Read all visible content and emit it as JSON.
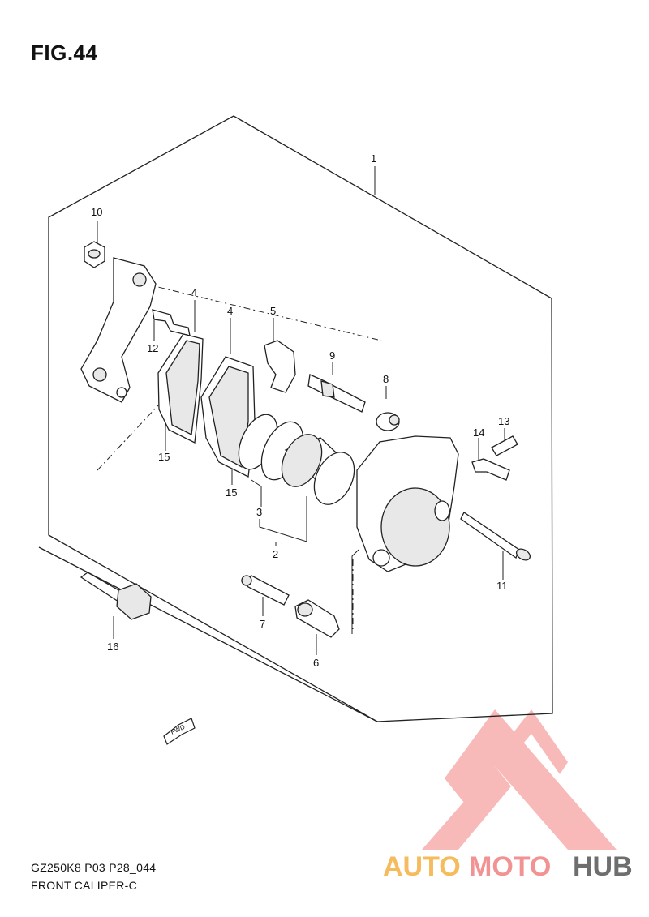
{
  "figure_title": "FIG.44",
  "footer": {
    "model_code": "GZ250K8 P03 P28_044",
    "section_name": "FRONT CALIPER-C"
  },
  "fwd_arrow_label": "FWD",
  "callouts": [
    "1",
    "2",
    "3",
    "4",
    "4",
    "5",
    "6",
    "7",
    "8",
    "9",
    "10",
    "11",
    "12",
    "13",
    "14",
    "15",
    "15",
    "16"
  ],
  "watermark": {
    "part1": "AUTO",
    "part2": "MOTO",
    "part3": "HUB",
    "colors": {
      "auto": "#f5b041",
      "moto": "#f08080",
      "hub": "#555555",
      "triangle": "#f7a8a8"
    }
  }
}
